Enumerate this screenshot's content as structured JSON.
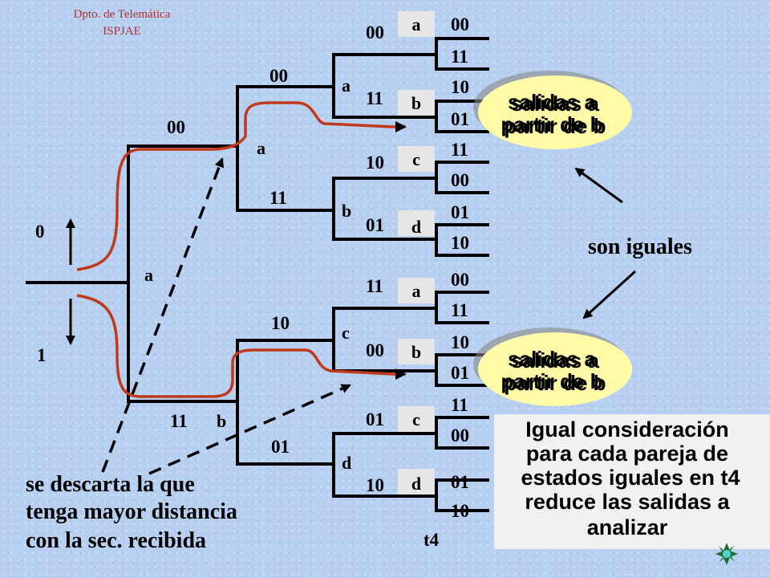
{
  "header": {
    "line1": "Dpto. de Telemática",
    "line2": "ISPJAE"
  },
  "input_labels": {
    "zero": "0",
    "one": "1"
  },
  "trellis": {
    "level1": {
      "state": "a"
    },
    "level2": {
      "top_bits": "00",
      "top_state": "a",
      "bottom_bits": "11",
      "bottom_state": "b"
    },
    "level3": [
      {
        "upper_bits": "00",
        "state": "a",
        "lower_bits": "11",
        "state_lower": "b"
      },
      {
        "upper_bits": "10",
        "state": "c",
        "lower_bits": "01",
        "state_lower": "d"
      }
    ],
    "level4": [
      {
        "upper_bits": "00",
        "state": "a",
        "lower_bits": "11"
      },
      {
        "upper_bits": "10",
        "state": "b",
        "lower_bits": "01"
      },
      {
        "upper_bits": "11",
        "state": "c",
        "lower_bits": "00"
      },
      {
        "upper_bits": "01",
        "state": "d",
        "lower_bits": "10"
      }
    ],
    "leaves": [
      {
        "label": "a",
        "out1": "00",
        "out2": "11"
      },
      {
        "label": "b",
        "out1": "10",
        "out2": "01"
      },
      {
        "label": "c",
        "out1": "11",
        "out2": "00"
      },
      {
        "label": "d",
        "out1": "01",
        "out2": "10"
      },
      {
        "label": "a",
        "out1": "00",
        "out2": "11"
      },
      {
        "label": "b",
        "out1": "10",
        "out2": "01"
      },
      {
        "label": "c",
        "out1": "11",
        "out2": "00"
      },
      {
        "label": "d",
        "out1": "01",
        "out2": "10"
      }
    ],
    "time_label": "t4"
  },
  "ovals": [
    {
      "line1": "salidas a",
      "line2": "partir de b"
    },
    {
      "line1": "salidas a",
      "line2": "partir de b"
    }
  ],
  "equal_label": "son iguales",
  "note_box": {
    "lines": [
      "Igual consideración",
      "para cada pareja de",
      "estados iguales en t4",
      "reduce las salidas a",
      "analizar"
    ]
  },
  "discard_text": {
    "lines": [
      "se descarta la que",
      "tenga mayor distancia",
      "con la sec. recibida"
    ]
  },
  "colors": {
    "background": "#b7cff0",
    "path": "#c0391b",
    "oval": "#fffaa8",
    "note_box": "#f1f1f1",
    "leaf_box": "#e6e6e6"
  }
}
